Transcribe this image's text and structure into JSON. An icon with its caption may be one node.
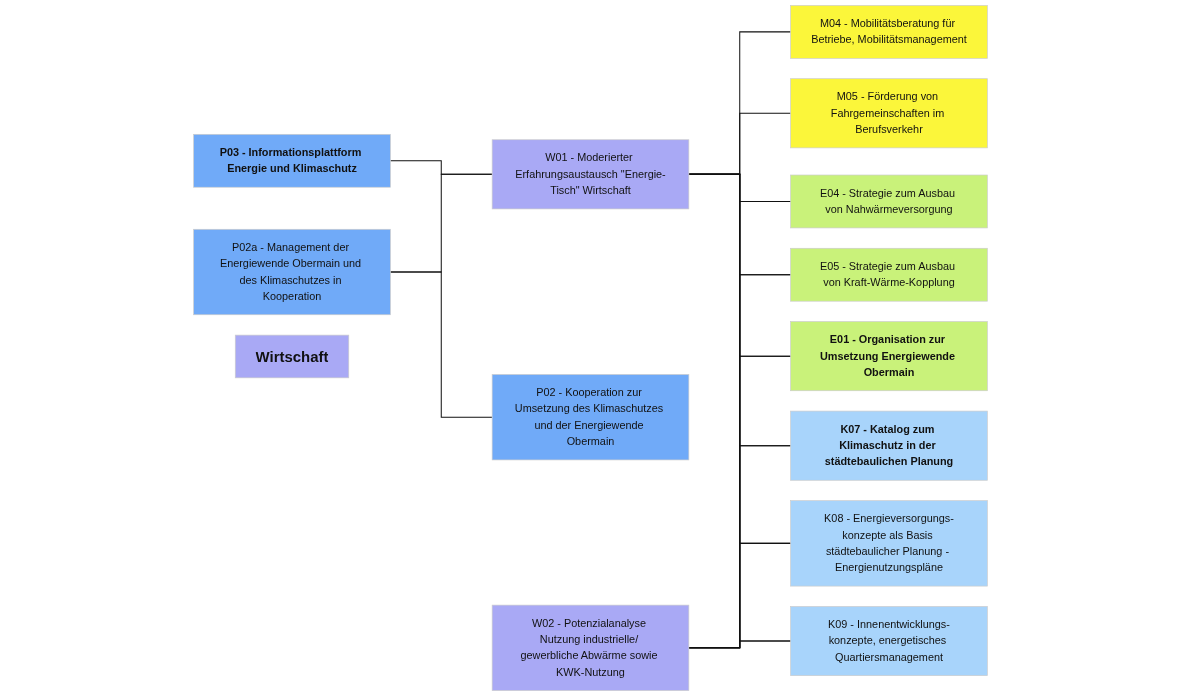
{
  "diagram": {
    "nodes": [
      {
        "text": [
          "P03 - Informationsplattform Energie und Klimaschutz"
        ]
      },
      {
        "text": [
          "P02a - Management der Energiewende Obermain und des Klimaschutzes in Kooperation"
        ]
      },
      {
        "text": [
          "P02 - Kooperation zur Umsetzung des Klimaschutzes und der Energiewende Obermain"
        ]
      },
      {
        "text": [
          "Wirtschaft"
        ]
      },
      {
        "text": [
          "W01 - Moderierter Erfahrungsaustausch \"Energie-Tisch\" Wirtschaft"
        ]
      },
      {
        "text": [
          "W02 - Potenzialanalyse Nutzung industrielle/ gewerbliche Abwärme sowie KWK-Nutzung"
        ]
      },
      {
        "text": [
          "M04 - Mobilitätsberatung für Betriebe, Mobilitätsmanagement"
        ]
      },
      {
        "text": [
          "M05 - Förderung von Fahrgemeinschaften im Berufsverkehr"
        ]
      },
      {
        "text": [
          "E04 - Strategie zum Ausbau von Nahwärmeversorgung"
        ]
      },
      {
        "text": [
          "E05 - Strategie zum Ausbau von Kraft-Wärme-Kopplung"
        ]
      },
      {
        "text": [
          "E01 - Organisation zur Umsetzung Energiewende Obermain"
        ]
      },
      {
        "text": [
          "K07 - Katalog zum Klimaschutz in der städtebaulichen Planung"
        ]
      },
      {
        "text": [
          "K08 - Energieversorgungs-konzepte als Basis städtebaulicher Planung - Energienutzungspläne"
        ]
      },
      {
        "text": [
          "K09 - Innenentwicklungs-konzepte, energetisches Quartiersmanagement"
        ]
      }
    ],
    "edges": [
      {
        "from": 0,
        "to": 4,
        "arrow": "none"
      },
      {
        "from": 1,
        "to": 4,
        "arrow": "none"
      },
      {
        "from": 1,
        "to": 2,
        "arrow": "none"
      },
      {
        "from": 4,
        "to": 6,
        "arrow": "none"
      },
      {
        "from": 4,
        "to": 7,
        "arrow": "none"
      },
      {
        "from": 4,
        "to": 8,
        "arrow": "none"
      },
      {
        "from": 4,
        "to": 9,
        "arrow": "none"
      },
      {
        "from": 4,
        "to": 10,
        "arrow": "none"
      },
      {
        "from": 4,
        "to": 11,
        "arrow": "none"
      },
      {
        "from": 4,
        "to": 12,
        "arrow": "none"
      },
      {
        "from": 4,
        "to": 13,
        "arrow": "none"
      },
      {
        "from": 5,
        "to": 8,
        "arrow": "none"
      },
      {
        "from": 5,
        "to": 9,
        "arrow": "none"
      },
      {
        "from": 5,
        "to": 10,
        "arrow": "none"
      },
      {
        "from": 5,
        "to": 11,
        "arrow": "none"
      },
      {
        "from": 5,
        "to": 12,
        "arrow": "none"
      },
      {
        "from": 5,
        "to": 13,
        "arrow": "none"
      }
    ]
  }
}
